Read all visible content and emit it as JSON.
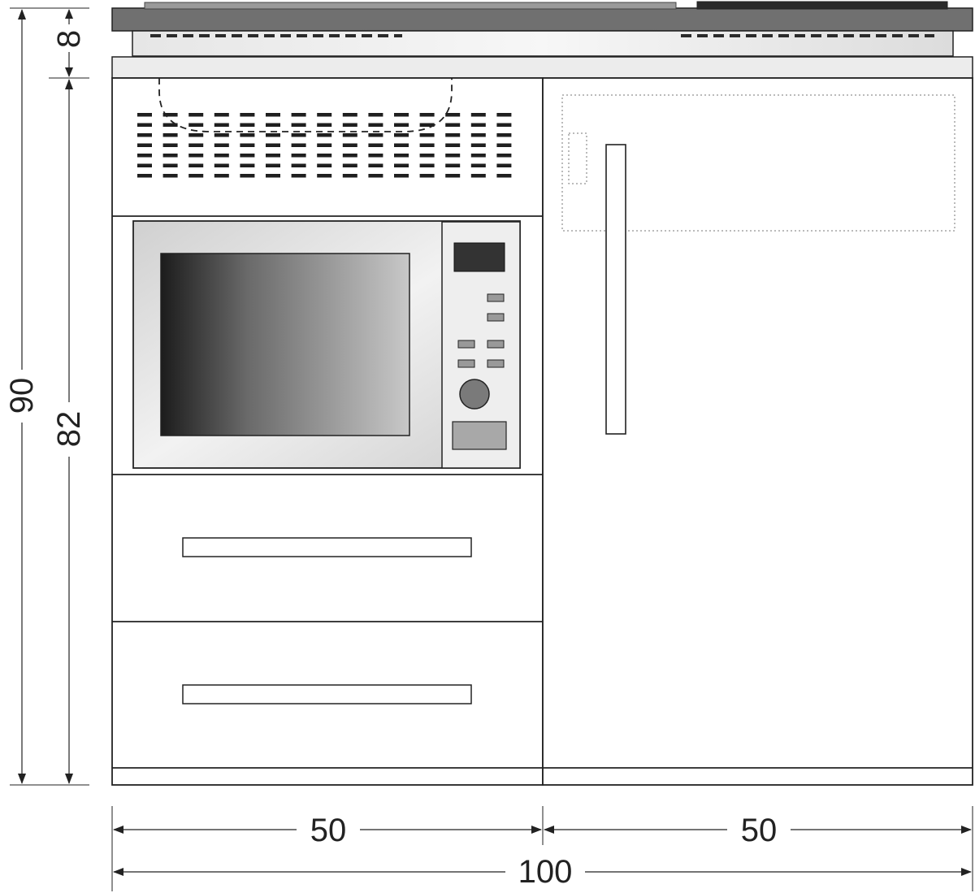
{
  "dimensions": {
    "total_height": "90",
    "cabinet_height": "82",
    "cooktop_height": "8",
    "left_width": "50",
    "right_width": "50",
    "total_width": "100"
  },
  "colors": {
    "line": "#222222",
    "cooktop_top": "#6b6b6b",
    "cooktop_dark": "#2b2b2b",
    "panel_light": "#e2e2e2",
    "microwave_frame": "#d9d9d9",
    "display": "#333333"
  }
}
